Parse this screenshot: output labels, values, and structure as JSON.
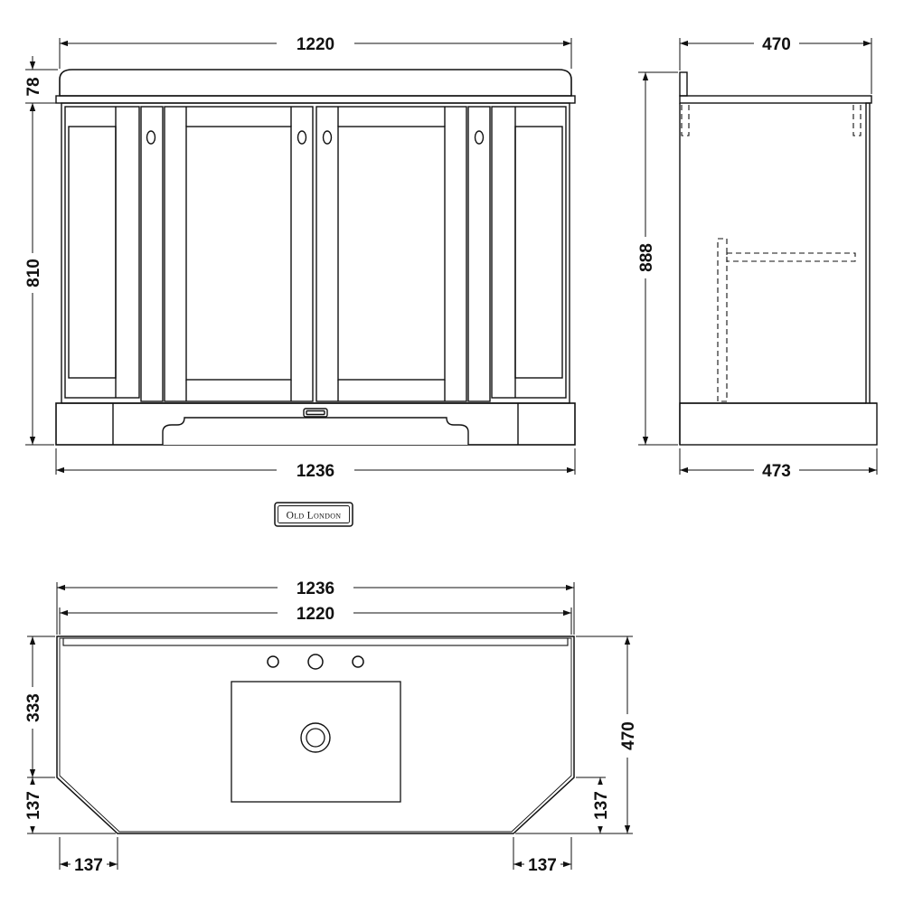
{
  "front_view": {
    "width_top": "1220",
    "width_base": "1236",
    "height_top": "78",
    "height_body": "810"
  },
  "side_view": {
    "depth_top": "470",
    "depth_base": "473",
    "height_total": "888"
  },
  "logo": {
    "text": "Old London"
  },
  "top_view": {
    "width_outer": "1236",
    "width_inner": "1220",
    "depth_sink": "333",
    "depth_total": "470",
    "chamfer_left_depth": "137",
    "chamfer_right_depth": "137",
    "chamfer_left_width": "137",
    "chamfer_right_width": "137"
  },
  "colors": {
    "line": "#111111",
    "background": "#ffffff"
  }
}
